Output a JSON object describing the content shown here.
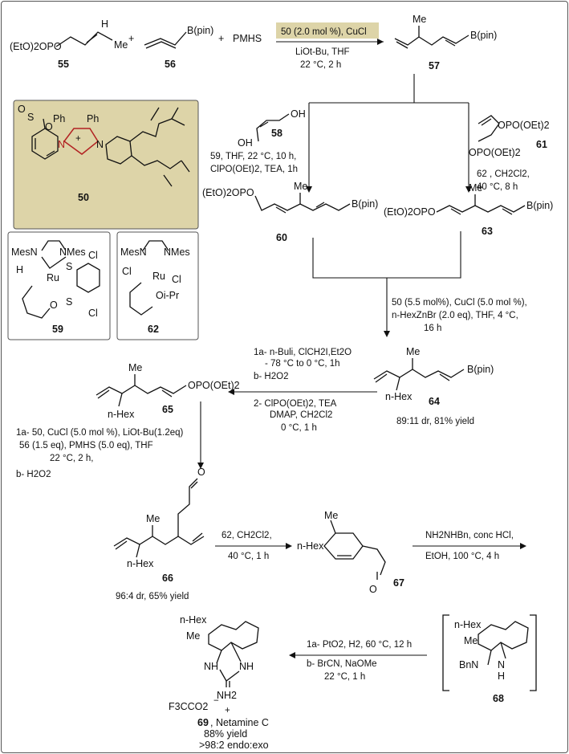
{
  "compounds": {
    "c55": {
      "number": "55",
      "label": "(EtO)2OPO",
      "me": "Me"
    },
    "c56": {
      "number": "56",
      "label": "B(pin)"
    },
    "pmhs": "PMHS",
    "c57": {
      "number": "57",
      "label": "B(pin)",
      "me": "Me"
    },
    "c58": {
      "number": "58",
      "oh1": "OH",
      "oh2": "OH"
    },
    "c61": {
      "number": "61",
      "g1": "OPO(OEt)2",
      "g2": "OPO(OEt)2"
    },
    "c60": {
      "number": "60",
      "left": "(EtO)2OPO",
      "right": "B(pin)",
      "me": "Me"
    },
    "c63": {
      "number": "63",
      "left": "(EtO)2OPO",
      "right": "B(pin)",
      "me": "Me"
    },
    "c50": {
      "number": "50",
      "ph1": "Ph",
      "ph2": "Ph",
      "s": "S",
      "o1": "O",
      "o2": "O",
      "n1": "N",
      "n2": "N",
      "plus": "+"
    },
    "c59": {
      "number": "59",
      "mes1": "MesN",
      "mes2": "NMes",
      "ru": "Ru",
      "h": "H",
      "s1": "S",
      "s2": "S",
      "cl1": "Cl",
      "cl2": "Cl",
      "o": "O"
    },
    "c62": {
      "number": "62",
      "mes1": "MesN",
      "mes2": "NMes",
      "cl1": "Cl",
      "ru": "Ru",
      "cl2": "Cl",
      "oipr": "Oi-Pr"
    },
    "c64": {
      "number": "64",
      "label": "B(pin)",
      "me": "Me",
      "hex": "n-Hex",
      "result": "89:11 dr, 81% yield"
    },
    "c65": {
      "number": "65",
      "label": "OPO(OEt)2",
      "me": "Me",
      "hex": "n-Hex"
    },
    "c66": {
      "number": "66",
      "me": "Me",
      "hex": "n-Hex",
      "o": "O",
      "result": "96:4 dr, 65% yield"
    },
    "c67": {
      "number": "67",
      "me": "Me",
      "hex": "n-Hex",
      "o": "O"
    },
    "c68": {
      "number": "68",
      "hex": "n-Hex",
      "me": "Me",
      "bnn": "BnN",
      "n": "N",
      "h": "H"
    },
    "c69": {
      "number": "69",
      "name": ", Netamine C",
      "hex": "n-Hex",
      "me": "Me",
      "nh1": "NH",
      "nh2": "NH",
      "nh3": "NH2",
      "plus": "+",
      "counter": "F3CCO2",
      "minus": "−",
      "yield": "88% yield",
      "ratio": ">98:2 endo:exo"
    }
  },
  "conditions": {
    "step1": {
      "line1": "50 (2.0 mol %), CuCl",
      "line2": "LiOt-Bu, THF",
      "line3": "22 °C, 2 h"
    },
    "step58": {
      "line1": "59, THF, 22 °C, 10 h,",
      "line2": "ClPO(OEt)2, TEA, 1h"
    },
    "step61": {
      "line1": "62 , CH2Cl2,",
      "line2": "40 °C, 8 h"
    },
    "step64": {
      "line1": "50 (5.5 mol%), CuCl (5.0 mol %),",
      "line2": "n-HexZnBr (2.0 eq), THF, 4 °C,",
      "line3": "16 h"
    },
    "step65": {
      "line1": "1a- n-Buli, ClCH2I,Et2O",
      "line2": "- 78 °C to 0 °C, 1h",
      "line3": "b- H2O2",
      "line4": "2- ClPO(OEt)2, TEA",
      "line5": "DMAP, CH2Cl2",
      "line6": "0 °C, 1 h"
    },
    "step66": {
      "line1": "1a- 50, CuCl (5.0 mol %), LiOt-Bu(1.2eq)",
      "line2": "56 (1.5 eq), PMHS (5.0 eq), THF",
      "line3": "22 °C, 2 h,",
      "line4": "b- H2O2"
    },
    "step67": {
      "line1": "62, CH2Cl2,",
      "line2": "40 °C, 1 h"
    },
    "step68": {
      "line1": "NH2NHBn, conc HCl,",
      "line2": "EtOH, 100 °C, 4 h"
    },
    "step69": {
      "line1": "1a- PtO2, H2, 60 °C, 12 h",
      "line2": "b- BrCN, NaOMe",
      "line3": "22 °C, 1 h"
    }
  },
  "plus_signs": [
    "+",
    "+"
  ],
  "colors": {
    "highlight": "#ddd4a8",
    "highlight_border": "#555555",
    "bond": "#111111",
    "red": "#b22222"
  }
}
